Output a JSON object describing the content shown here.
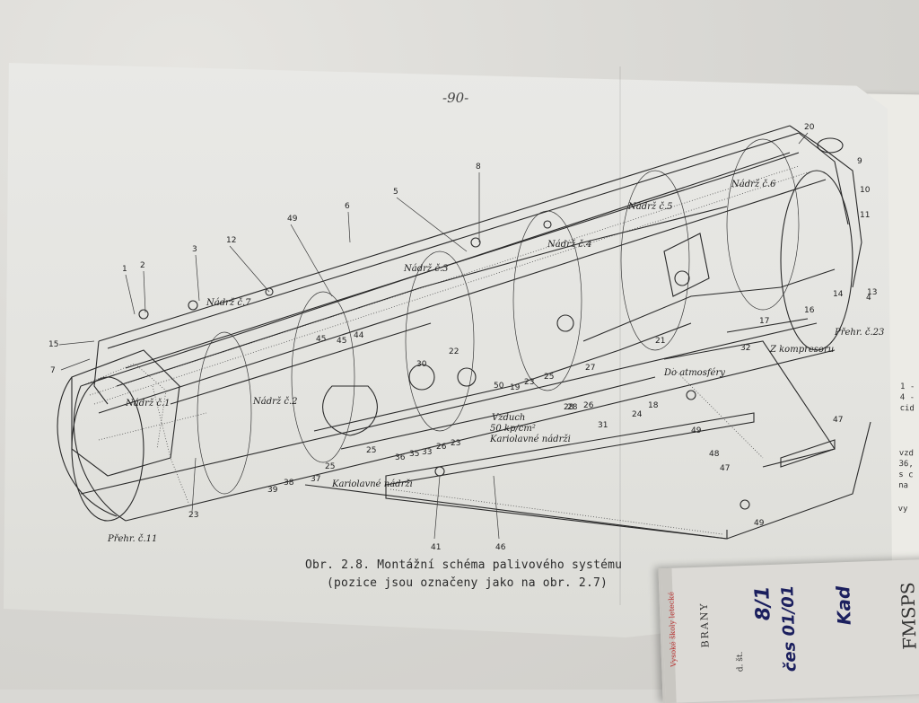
{
  "page": {
    "number": "-90-",
    "caption_line1": "Obr. 2.8. Montážní schéma palivového systému",
    "caption_line2": "(pozice jsou označeny jako na obr. 2.7)"
  },
  "tank_labels": {
    "n1": "Nádrž č.1",
    "n2": "Nádrž č.2",
    "n3": "Nádrž č.3",
    "n4": "Nádrž č.4",
    "n5": "Nádrž č.5",
    "n6": "Nádrž č.6",
    "n7": "Nádrž č.7",
    "prehr11": "Přehr. č.11",
    "prehr23": "Přehr. č.23",
    "do_atmosfery": "Do atmosféry",
    "z_kompresoru": "Z kompresoru",
    "vzduch": "Vzduch",
    "tlak": "50 kp/cm²",
    "kariolavne_right": "Kariolavné nádrži",
    "kariolavne_left": "Kariolavné nádrži"
  },
  "callouts": [
    "1",
    "2",
    "3",
    "7",
    "12",
    "49",
    "6",
    "5",
    "8",
    "20",
    "9",
    "10",
    "11",
    "4",
    "15",
    "45",
    "44",
    "30",
    "22",
    "50",
    "19",
    "23",
    "25",
    "28",
    "26",
    "27",
    "24",
    "18",
    "21",
    "32",
    "17",
    "16",
    "14",
    "13",
    "49",
    "48",
    "47",
    "47",
    "49",
    "46",
    "41",
    "36",
    "35",
    "33",
    "26",
    "23",
    "25",
    "37",
    "38",
    "39",
    "23",
    "25",
    "28",
    "31",
    "45"
  ],
  "booklet": {
    "spine_text": "BRANY",
    "cover_text": "FMSPS",
    "red_text": "Vysoké školy letecké",
    "hand_numbers": "8/1",
    "hand_date": "čes 01/01",
    "hand_signature": "Kad",
    "small_text": "d. št."
  },
  "back_page": {
    "line1": "1 -",
    "line2": "4 -",
    "line3": "cid",
    "line4": "vzd",
    "line5": "36,",
    "line6": "s c",
    "line7": "na",
    "line8": "vy"
  }
}
